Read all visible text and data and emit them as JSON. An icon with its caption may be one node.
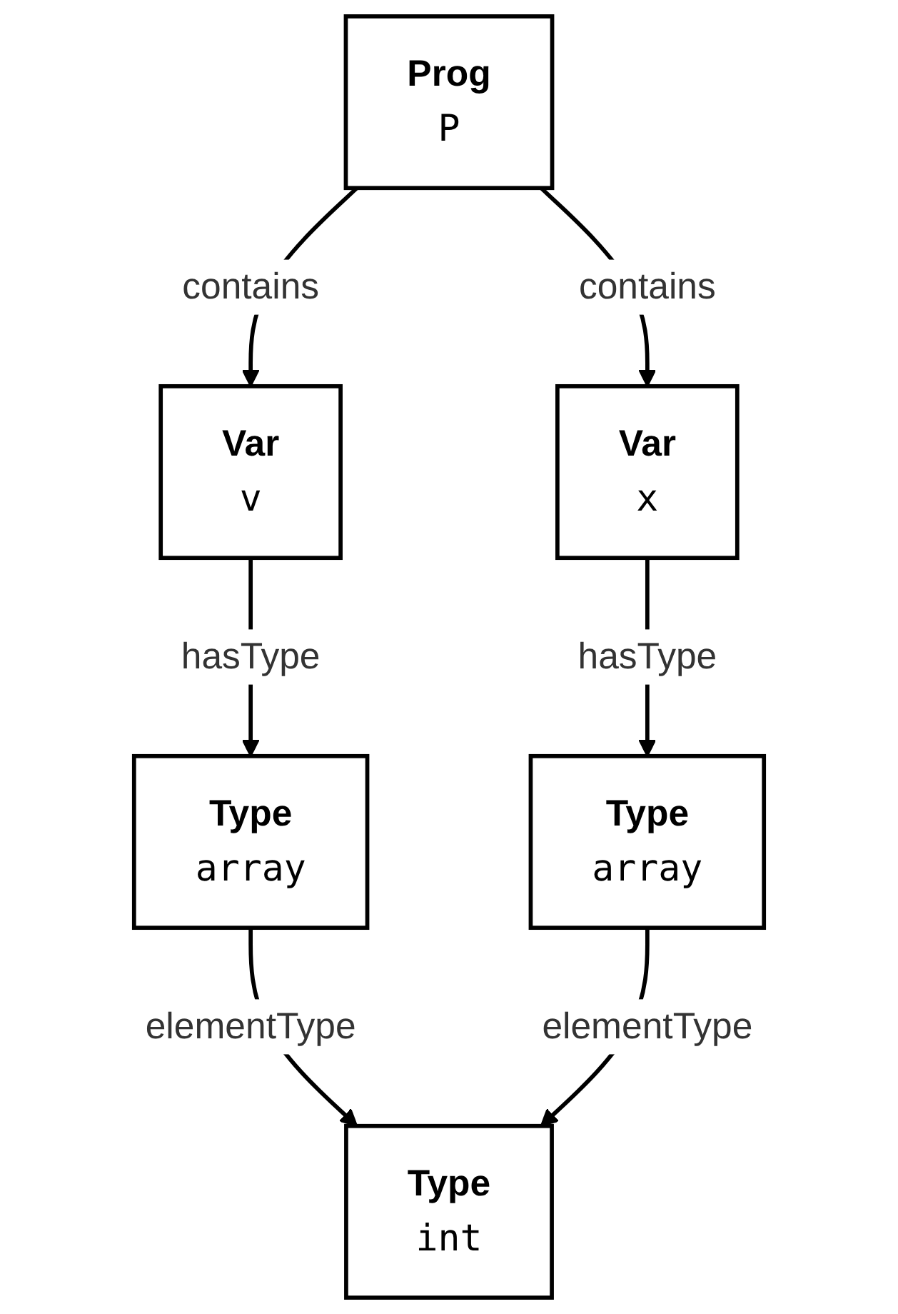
{
  "diagram": {
    "nodes": [
      {
        "text": [
          "Prog",
          "P"
        ]
      },
      {
        "text": [
          "Var",
          "v"
        ]
      },
      {
        "text": [
          "Var",
          "x"
        ]
      },
      {
        "text": [
          "Type",
          "array"
        ]
      },
      {
        "text": [
          "Type",
          "array"
        ]
      },
      {
        "text": [
          "Type",
          "int"
        ]
      }
    ],
    "edges": [
      {
        "from": 0,
        "to": 1,
        "arrow": "to",
        "label": "contains"
      },
      {
        "from": 0,
        "to": 2,
        "arrow": "to",
        "label": "contains"
      },
      {
        "from": 1,
        "to": 3,
        "arrow": "to",
        "label": "hasType"
      },
      {
        "from": 2,
        "to": 4,
        "arrow": "to",
        "label": "hasType"
      },
      {
        "from": 3,
        "to": 5,
        "arrow": "to",
        "label": "elementType"
      },
      {
        "from": 4,
        "to": 5,
        "arrow": "to",
        "label": "elementType"
      }
    ]
  }
}
